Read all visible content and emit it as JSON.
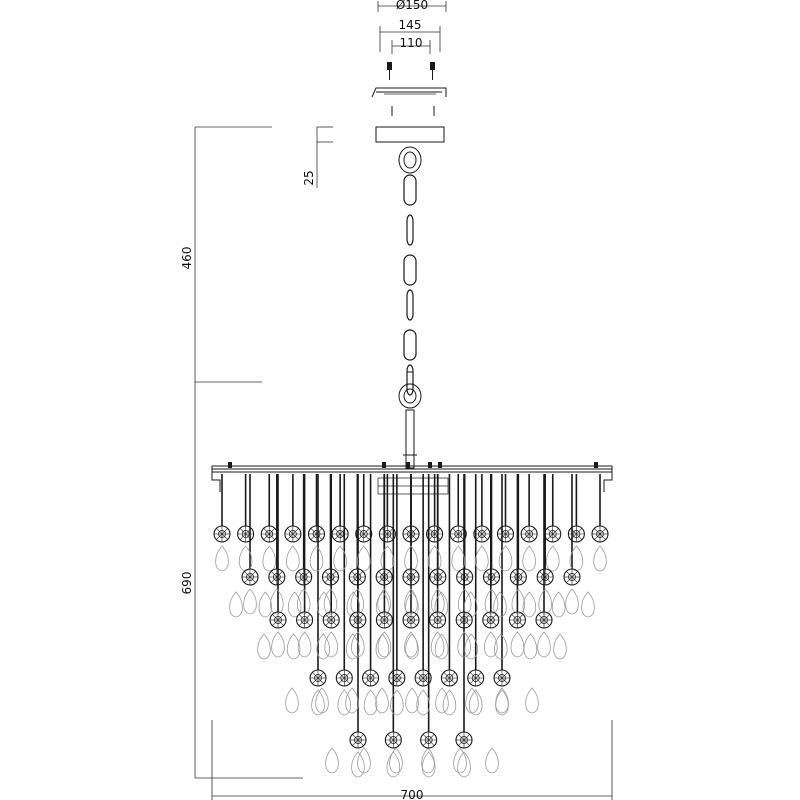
{
  "dimensions": {
    "canopy_diameter": "Ø150",
    "mount_spacing_outer": "145",
    "mount_spacing_inner": "110",
    "canopy_height": "25",
    "chain_height": "460",
    "body_height": "690",
    "body_width": "700"
  },
  "colors": {
    "line": "#1a1a1a",
    "crystal": "#9a9a9a",
    "background": "#ffffff"
  },
  "crystal_tiers": [
    17,
    13,
    11,
    8,
    4
  ]
}
